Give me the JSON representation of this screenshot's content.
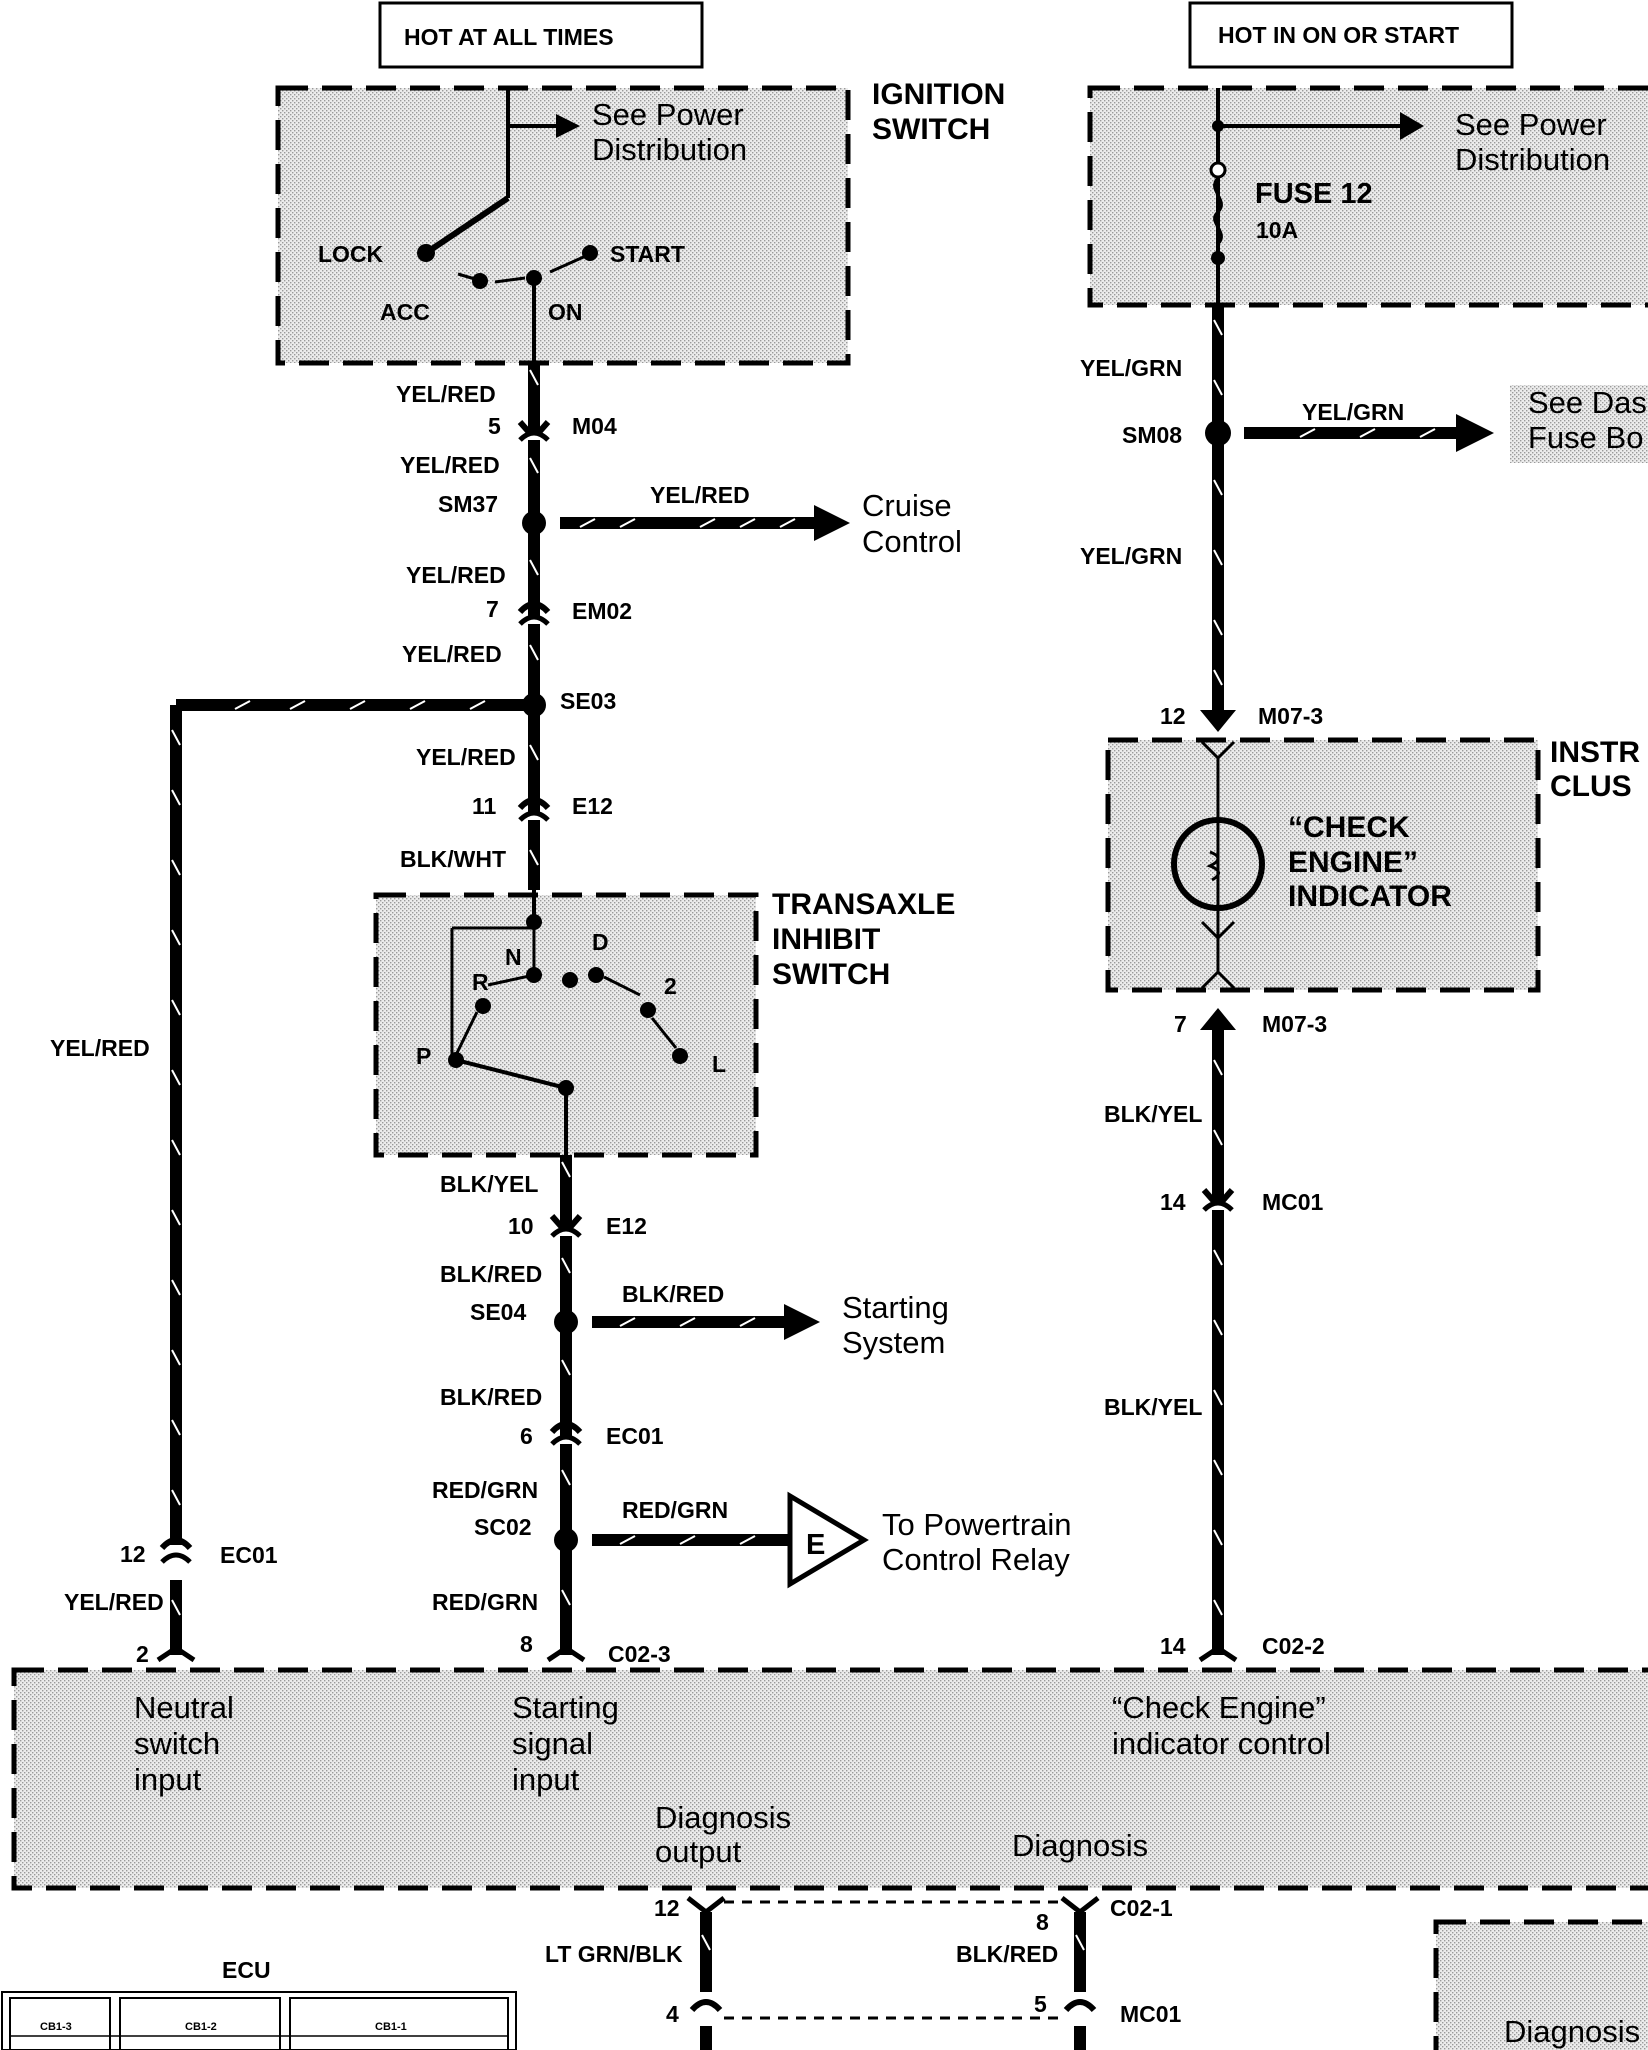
{
  "headers": {
    "left": "HOT AT ALL TIMES",
    "right": "HOT IN ON OR START"
  },
  "ignition": {
    "title_1": "IGNITION",
    "title_2": "SWITCH",
    "see_1": "See Power",
    "see_2": "Distribution",
    "lock": "LOCK",
    "acc": "ACC",
    "on": "ON",
    "start": "START"
  },
  "fuse": {
    "see_1": "See Power",
    "see_2": "Distribution",
    "name": "FUSE 12",
    "rating": "10A"
  },
  "left_circuit": {
    "w1": "YEL/RED",
    "pin1": "5",
    "conn1": "M04",
    "w2": "YEL/RED",
    "splice1": "SM37",
    "cruise_wire": "YEL/RED",
    "cruise_1": "Cruise",
    "cruise_2": "Control",
    "w3": "YEL/RED",
    "pin2": "7",
    "conn2": "EM02",
    "w4": "YEL/RED",
    "splice2": "SE03",
    "w5": "YEL/RED",
    "pin3": "11",
    "conn3": "E12",
    "w6": "BLK/WHT",
    "w7": "BLK/YEL",
    "pin4": "10",
    "conn4": "E12",
    "w8": "BLK/RED",
    "splice3": "SE04",
    "start_wire": "BLK/RED",
    "start_1": "Starting",
    "start_2": "System",
    "w9": "BLK/RED",
    "pin5": "6",
    "conn5": "EC01",
    "w10": "RED/GRN",
    "splice4": "SC02",
    "relay_wire": "RED/GRN",
    "relay_letter": "E",
    "relay_1": "To Powertrain",
    "relay_2": "Control Relay",
    "w11": "RED/GRN",
    "pin6": "8",
    "conn6": "C02-3"
  },
  "neutral_branch": {
    "wire": "YEL/RED",
    "pin1": "12",
    "conn1": "EC01",
    "wire2": "YEL/RED",
    "pin2": "2"
  },
  "transaxle": {
    "title_1": "TRANSAXLE",
    "title_2": "INHIBIT",
    "title_3": "SWITCH",
    "p": "P",
    "r": "R",
    "n": "N",
    "d": "D",
    "two": "2",
    "l": "L"
  },
  "right_circuit": {
    "w1": "YEL/GRN",
    "splice1": "SM08",
    "branch_wire": "YEL/GRN",
    "see_1": "See Das",
    "see_2": "Fuse Bo",
    "w2": "YEL/GRN",
    "pin1": "12",
    "conn1": "M07-3",
    "cluster_1": "INSTR",
    "cluster_2": "CLUS",
    "ind_1": "“CHECK",
    "ind_2": "ENGINE”",
    "ind_3": "INDICATOR",
    "pin2": "7",
    "conn2": "M07-3",
    "w3": "BLK/YEL",
    "pin3": "14",
    "conn3": "MC01",
    "w4": "BLK/YEL",
    "pin4": "14",
    "conn4": "C02-2"
  },
  "ecu": {
    "neutral_1": "Neutral",
    "neutral_2": "switch",
    "neutral_3": "input",
    "starting_1": "Starting",
    "starting_2": "signal",
    "starting_3": "input",
    "check_1": "“Check Engine”",
    "check_2": "indicator control",
    "diag_out_1": "Diagnosis",
    "diag_out_2": "output",
    "diag": "Diagnosis"
  },
  "bottom": {
    "pin_a": "12",
    "wire_a": "LT GRN/BLK",
    "pin_a2": "4",
    "pin_b": "8",
    "conn_b": "C02-1",
    "wire_b": "BLK/RED",
    "pin_b2": "5",
    "conn_b2": "MC01",
    "ecu_label": "ECU",
    "cb3": "CB1-3",
    "cb2": "CB1-2",
    "cb1": "CB1-1",
    "diag_box": "Diagnosis"
  }
}
